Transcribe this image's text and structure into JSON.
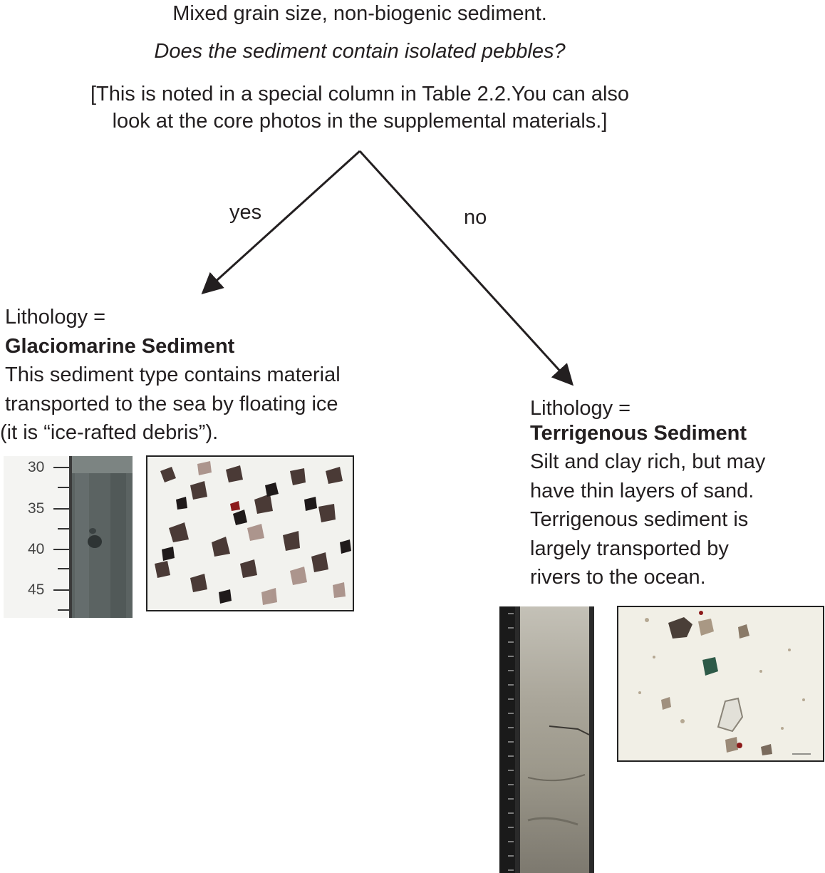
{
  "root": {
    "heading": "Mixed grain size, non-biogenic sediment.",
    "question": "Does the sediment contain isolated pebbles?",
    "note_line1": "[This is noted in a special column in Table 2.2.You can also",
    "note_line2": "look at the core photos in the supplemental materials.]"
  },
  "branches": {
    "yes_label": "yes",
    "no_label": "no"
  },
  "glaciomarine": {
    "lithology_label": "Lithology =",
    "name": "Glaciomarine Sediment",
    "desc_line1": "This sediment type contains material",
    "desc_line2": "transported to the sea by floating ice",
    "desc_line3": "(it is “ice-rafted debris”).",
    "core_scale_ticks": [
      "30",
      "35",
      "40",
      "45"
    ]
  },
  "terrigenous": {
    "lithology_label": "Lithology =",
    "name": "Terrigenous Sediment",
    "desc_line1": "Silt and clay rich, but may",
    "desc_line2": "have thin layers of sand.",
    "desc_line3": "Terrigenous sediment is",
    "desc_line4": "largely transported by",
    "desc_line5": "rivers to the ocean."
  },
  "colors": {
    "text": "#231f20",
    "arrow": "#231f20",
    "core_dark": "#5b6362",
    "core_light": "#b5b2a6",
    "micro_bg": "#f1efe6"
  }
}
